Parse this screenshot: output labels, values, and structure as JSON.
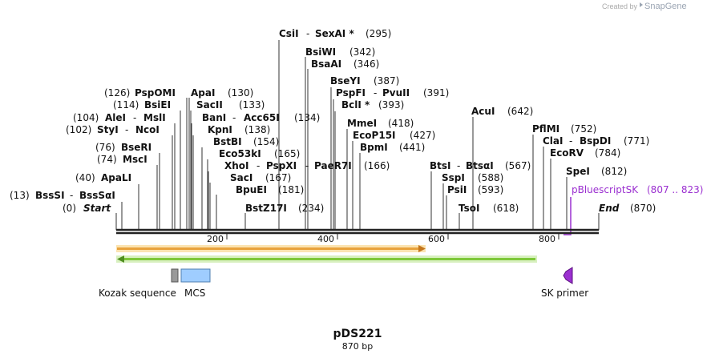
{
  "watermark": {
    "prefix": "Created by",
    "name": "SnapGene"
  },
  "plasmid": {
    "name": "pDS221",
    "length_label": "870 bp"
  },
  "ruler": {
    "ticks": [
      "200",
      "400",
      "600",
      "800"
    ]
  },
  "sites": [
    {
      "pos": "(0)",
      "name": "Start"
    },
    {
      "pos": "(13)",
      "name": "BssSI",
      "iso": "BssSαI"
    },
    {
      "pos": "(40)",
      "name": "ApaLI"
    },
    {
      "pos": "(74)",
      "name": "MscI"
    },
    {
      "pos": "(76)",
      "name": "BseRI"
    },
    {
      "pos": "(102)",
      "name": "StyI",
      "iso": "NcoI"
    },
    {
      "pos": "(104)",
      "name": "AleI",
      "iso": "MslI"
    },
    {
      "pos": "(114)",
      "name": "BsiEI"
    },
    {
      "pos": "(126)",
      "name": "PspOMI"
    },
    {
      "pos": "(130)",
      "name": "ApaI"
    },
    {
      "pos": "(133)",
      "name": "SacII"
    },
    {
      "pos": "(134)",
      "name": "BanI",
      "iso": "Acc65I"
    },
    {
      "pos": "(138)",
      "name": "KpnI"
    },
    {
      "pos": "(154)",
      "name": "BstBI"
    },
    {
      "pos": "(165)",
      "name": "Eco53kI"
    },
    {
      "pos": "(166)",
      "name": "XhoI",
      "iso": "PspXI",
      "iso2": "PaeR7I"
    },
    {
      "pos": "(167)",
      "name": "SacI"
    },
    {
      "pos": "(181)",
      "name": "BpuEI"
    },
    {
      "pos": "(234)",
      "name": "BstZ17I"
    },
    {
      "pos": "(295)",
      "name": "CsiI",
      "iso": "SexAI *"
    },
    {
      "pos": "(342)",
      "name": "BsiWI"
    },
    {
      "pos": "(346)",
      "name": "BsaAI"
    },
    {
      "pos": "(387)",
      "name": "BseYI"
    },
    {
      "pos": "(391)",
      "name": "PspFI",
      "iso": "PvuII"
    },
    {
      "pos": "(393)",
      "name": "BclI *"
    },
    {
      "pos": "(418)",
      "name": "MmeI"
    },
    {
      "pos": "(427)",
      "name": "EcoP15I"
    },
    {
      "pos": "(441)",
      "name": "BpmI"
    },
    {
      "pos": "(567)",
      "name": "BtsI",
      "iso": "BtsαI"
    },
    {
      "pos": "(588)",
      "name": "SspI"
    },
    {
      "pos": "(593)",
      "name": "PsiI"
    },
    {
      "pos": "(618)",
      "name": "TsoI"
    },
    {
      "pos": "(642)",
      "name": "AcuI"
    },
    {
      "pos": "(752)",
      "name": "PflMI"
    },
    {
      "pos": "(771)",
      "name": "ClaI",
      "iso": "BspDI"
    },
    {
      "pos": "(784)",
      "name": "EcoRV"
    },
    {
      "pos": "(812)",
      "name": "SpeI"
    },
    {
      "pos": "(807 .. 823)",
      "name": "pBluescriptSK"
    },
    {
      "pos": "(870)",
      "name": "End"
    }
  ],
  "features": {
    "kozak": "Kozak sequence",
    "mcs": "MCS",
    "sk_primer": "SK primer"
  },
  "colors": {
    "orange_arrow": "#e8a23c",
    "green_arrow": "#7ec83a",
    "primer": "#9b30d0",
    "kozak_box": "#999999",
    "mcs_box": "#9fcdff"
  }
}
